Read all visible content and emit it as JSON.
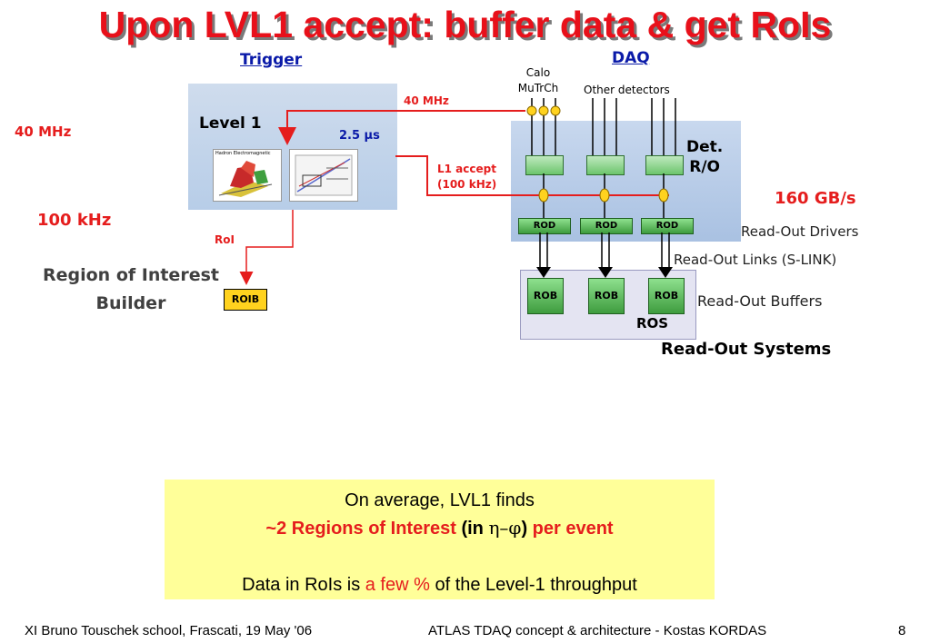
{
  "slide": {
    "title": "Upon LVL1 accept: buffer data & get RoIs",
    "trigger_header": "Trigger",
    "daq_header": "DAQ",
    "rate_40mhz_left": "40 MHz",
    "rate_100khz": "100 kHz",
    "level1_label": "Level 1",
    "latency": "2.5 μs",
    "link_40mhz": "40 MHz",
    "l1_accept_line1": "L1 accept",
    "l1_accept_line2": "(100 kHz)",
    "roi_label": "RoI",
    "roi_builder_line1": "Region of Interest",
    "roi_builder_line2": "Builder",
    "roib_label": "ROIB",
    "calo_label": "Calo",
    "mutrch_label": "MuTrCh",
    "other_detectors": "Other detectors",
    "det_ro_line1": "Det.",
    "det_ro_line2": "R/O",
    "bandwidth": "160 GB/s",
    "read_out_drivers": "Read-Out Drivers",
    "read_out_links": "Read-Out Links (S-LINK)",
    "read_out_buffers": "Read-Out Buffers",
    "ros_label": "ROS",
    "read_out_systems": "Read-Out Systems",
    "rod_labels": [
      "ROD",
      "ROD",
      "ROD"
    ],
    "rob_labels": [
      "ROB",
      "ROB",
      "ROB"
    ],
    "calo_image_caption": "Hadron  Electromagnetic"
  },
  "note": {
    "line1": "On average, LVL1 finds",
    "line2_a": "~2 Regions of Interest",
    "line2_b": " (in ",
    "line2_c": "η–φ",
    "line2_d": ") ",
    "line2_e": "per event",
    "line3_a": "Data in RoIs is ",
    "line3_b": "a few %",
    "line3_c": " of the Level-1 throughput"
  },
  "footer": {
    "left": "XI Bruno Touschek school, Frascati, 19 May '06",
    "center": "ATLAS TDAQ concept & architecture - Kostas KORDAS",
    "page": "8"
  },
  "colors": {
    "title": "#e8101a",
    "accent_red": "#e51d1d",
    "header_blue": "#0a1aa8",
    "note_bg": "#ffff99"
  }
}
